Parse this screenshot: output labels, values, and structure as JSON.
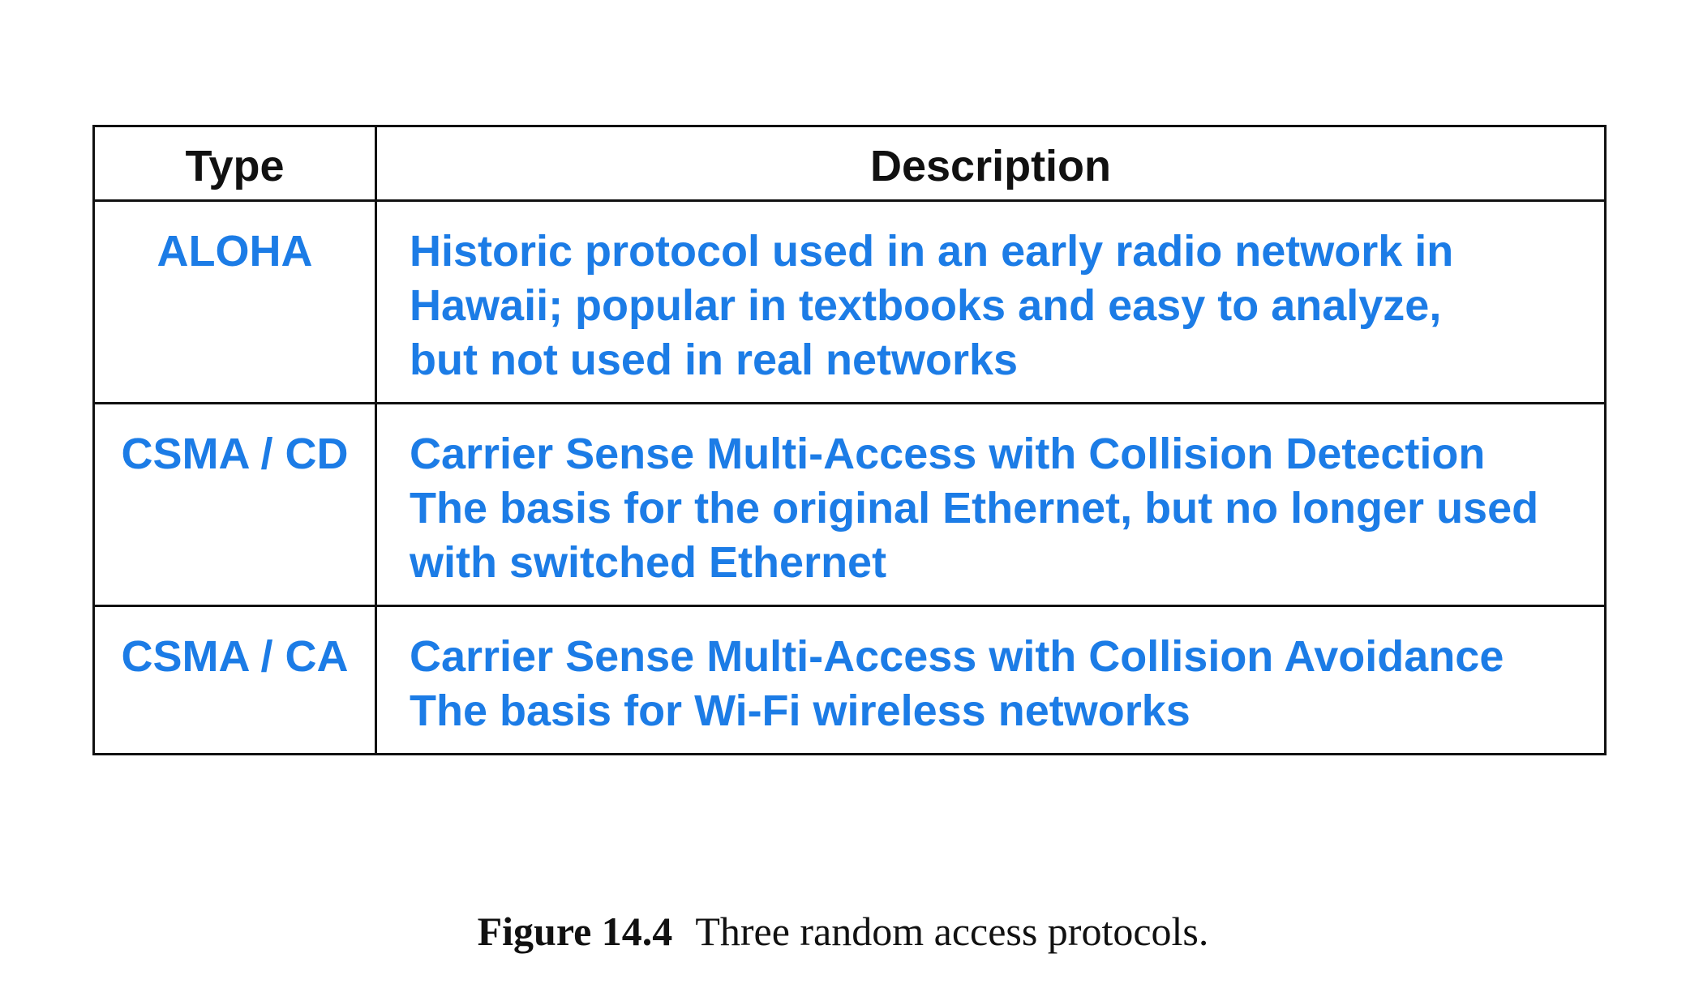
{
  "table": {
    "headers": {
      "type": "Type",
      "description": "Description"
    },
    "rows": [
      {
        "type": "ALOHA",
        "description_lines": [
          "Historic protocol used in an early radio network in",
          "Hawaii; popular in textbooks and easy to analyze,",
          "but not used in real networks"
        ]
      },
      {
        "type": "CSMA / CD",
        "description_lines": [
          "Carrier Sense Multi-Access with Collision Detection",
          "The basis for the original Ethernet, but no longer used",
          "with switched Ethernet"
        ]
      },
      {
        "type": "CSMA / CA",
        "description_lines": [
          "Carrier Sense Multi-Access with Collision Avoidance",
          "The basis for Wi-Fi wireless networks"
        ]
      }
    ]
  },
  "caption": {
    "label": "Figure 14.4",
    "text": "Three random access protocols."
  },
  "colors": {
    "accent_text": "#1c7ce6",
    "border": "#111111"
  }
}
